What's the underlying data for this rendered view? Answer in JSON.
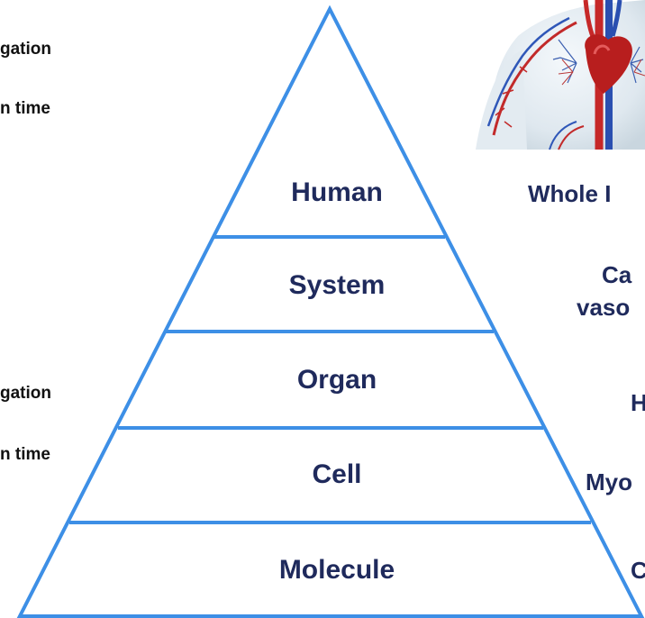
{
  "left_notes": [
    "gation",
    "n time",
    "gation",
    "n time"
  ],
  "pyramid": {
    "levels": [
      "Human",
      "System",
      "Organ",
      "Cell",
      "Molecule"
    ],
    "stroke_color": "#3d8fe6"
  },
  "right_labels": [
    "Whole I",
    "Ca",
    "vaso",
    "H",
    "Myo",
    "C"
  ],
  "image": {
    "icon": "heart-circulatory-system-illustration"
  }
}
